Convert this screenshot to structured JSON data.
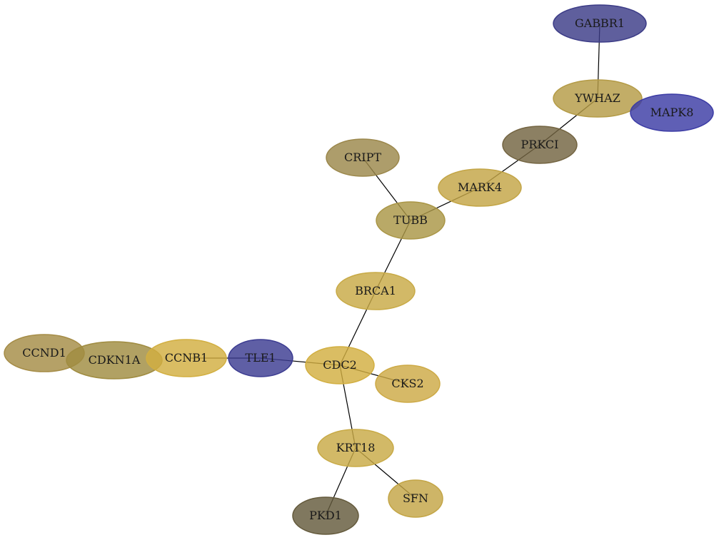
{
  "graph": {
    "nodes": [
      {
        "id": "GABBR1",
        "label": "GABBR1",
        "color": "#3c3c87"
      },
      {
        "id": "YWHAZ",
        "label": "YWHAZ",
        "color": "#b49b46"
      },
      {
        "id": "MAPK8",
        "label": "MAPK8",
        "color": "#3c3ca5"
      },
      {
        "id": "PRKCI",
        "label": "PRKCI",
        "color": "#736441"
      },
      {
        "id": "CRIPT",
        "label": "CRIPT",
        "color": "#9b874b"
      },
      {
        "id": "MARK4",
        "label": "MARK4",
        "color": "#c3a546"
      },
      {
        "id": "TUBB",
        "label": "TUBB",
        "color": "#aa9646"
      },
      {
        "id": "BRCA1",
        "label": "BRCA1",
        "color": "#c8aa46"
      },
      {
        "id": "CCND1",
        "label": "CCND1",
        "color": "#a58c46"
      },
      {
        "id": "CDKN1A",
        "label": "CDKN1A",
        "color": "#a08c41"
      },
      {
        "id": "CCNB1",
        "label": "CCNB1",
        "color": "#d2af41"
      },
      {
        "id": "TLE1",
        "label": "TLE1",
        "color": "#3c3c91"
      },
      {
        "id": "CDC2",
        "label": "CDC2",
        "color": "#d2af41"
      },
      {
        "id": "CKS2",
        "label": "CKS2",
        "color": "#cdaa46"
      },
      {
        "id": "KRT18",
        "label": "KRT18",
        "color": "#c8aa46"
      },
      {
        "id": "SFN",
        "label": "SFN",
        "color": "#c3a546"
      },
      {
        "id": "PKD1",
        "label": "PKD1",
        "color": "#645a3c"
      }
    ],
    "edges": [
      {
        "source": "GABBR1",
        "target": "YWHAZ"
      },
      {
        "source": "YWHAZ",
        "target": "PRKCI"
      },
      {
        "source": "PRKCI",
        "target": "MARK4"
      },
      {
        "source": "MARK4",
        "target": "TUBB"
      },
      {
        "source": "CRIPT",
        "target": "TUBB"
      },
      {
        "source": "TUBB",
        "target": "BRCA1"
      },
      {
        "source": "BRCA1",
        "target": "CDC2"
      },
      {
        "source": "TLE1",
        "target": "CDC2"
      },
      {
        "source": "CCNB1",
        "target": "TLE1"
      },
      {
        "source": "CDC2",
        "target": "CKS2"
      },
      {
        "source": "CDC2",
        "target": "KRT18"
      },
      {
        "source": "KRT18",
        "target": "SFN"
      },
      {
        "source": "KRT18",
        "target": "PKD1"
      }
    ]
  }
}
